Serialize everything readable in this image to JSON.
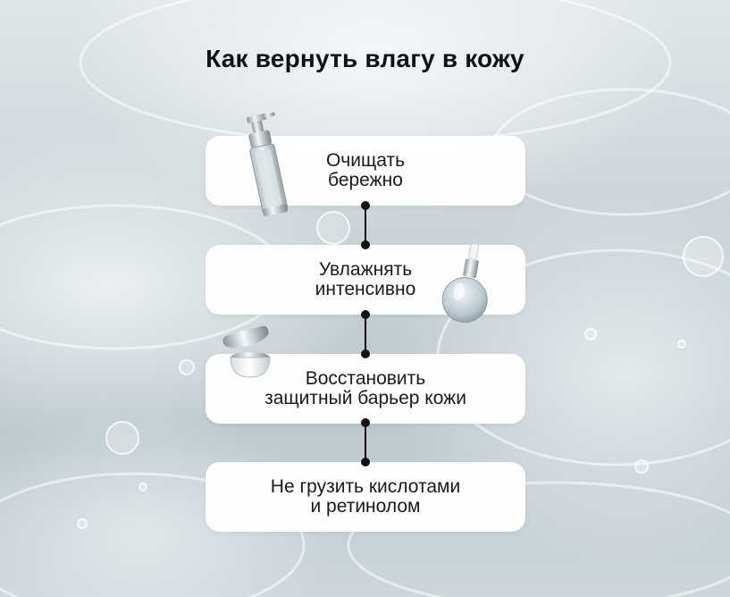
{
  "title": "Как вернуть влагу в кожу",
  "steps": [
    {
      "label": "Очищать\nбережно",
      "product": "pump-bottle-icon"
    },
    {
      "label": "Увлажнять\nинтенсивно",
      "product": "dropper-bottle-icon"
    },
    {
      "label": "Восстановить\nзащитный барьер кожи",
      "product": "cream-jar-icon"
    },
    {
      "label": "Не грузить кислотами\nи ретинолом",
      "product": ""
    }
  ],
  "colors": {
    "card": "#ffffff",
    "text": "#1a1a1a",
    "connector": "#111111"
  }
}
